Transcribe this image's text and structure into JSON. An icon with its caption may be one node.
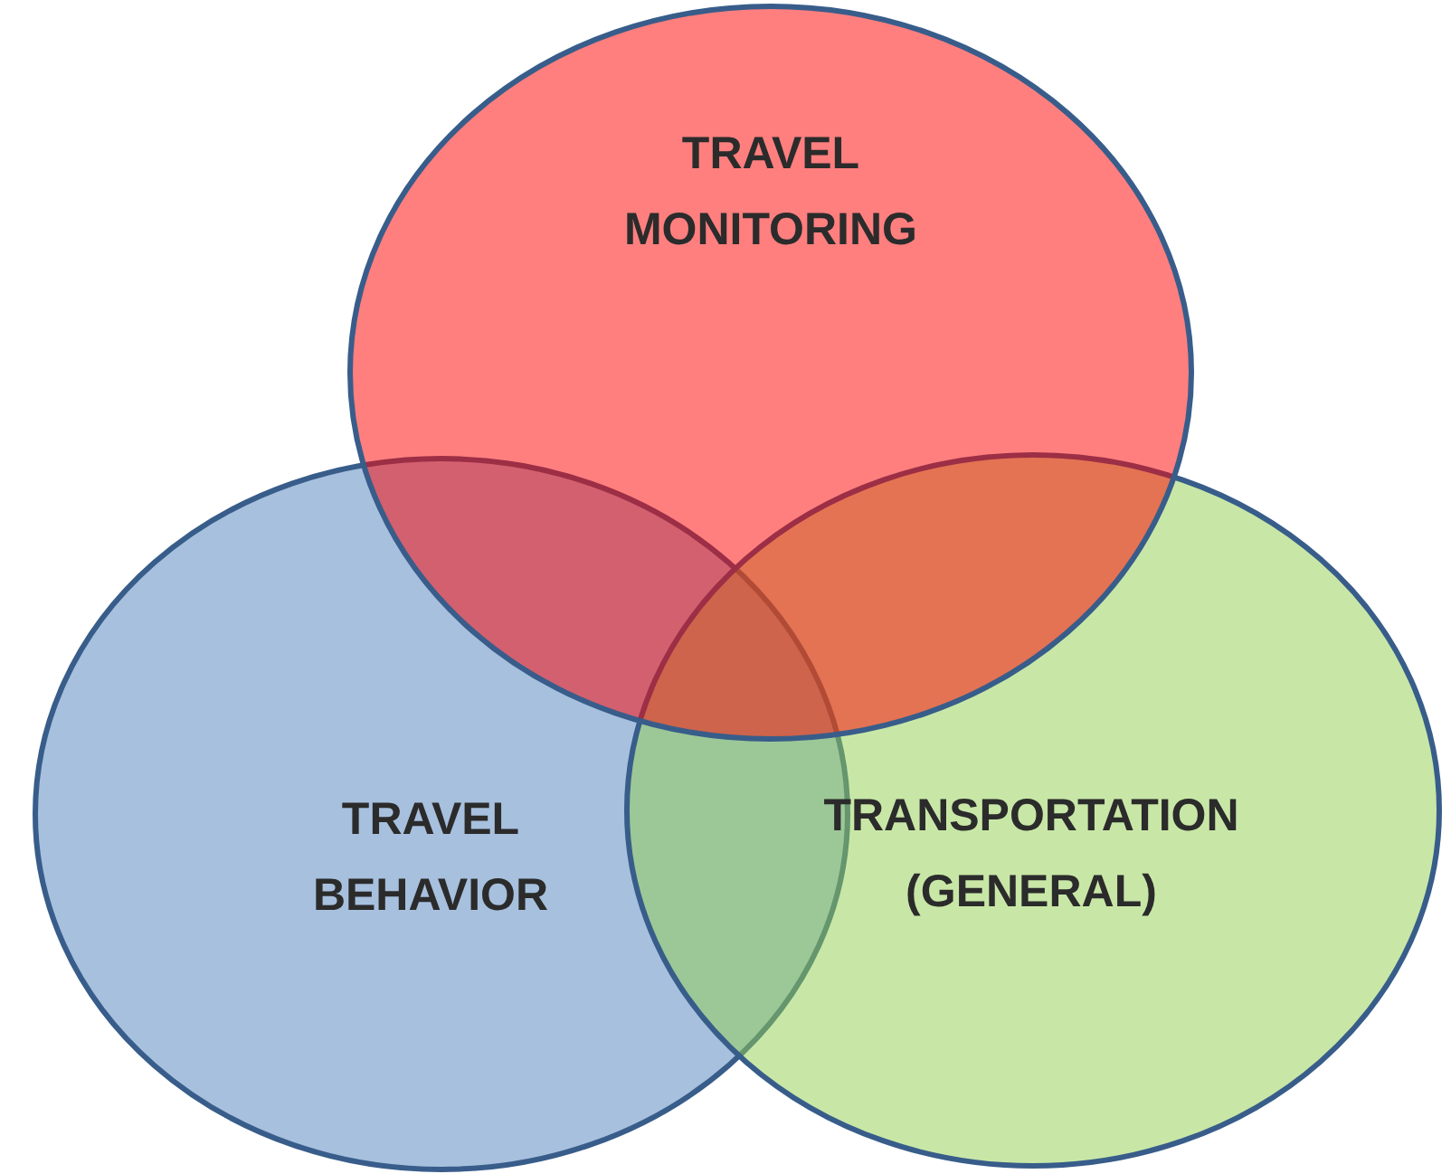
{
  "diagram": {
    "nodes": [
      {
        "text": [
          "TRAVEL BEHAVIOR"
        ]
      },
      {
        "text": [
          "TRANSPORTATION (GENERAL)"
        ]
      },
      {
        "text": [
          "TRAVEL MONITORING"
        ]
      }
    ]
  }
}
